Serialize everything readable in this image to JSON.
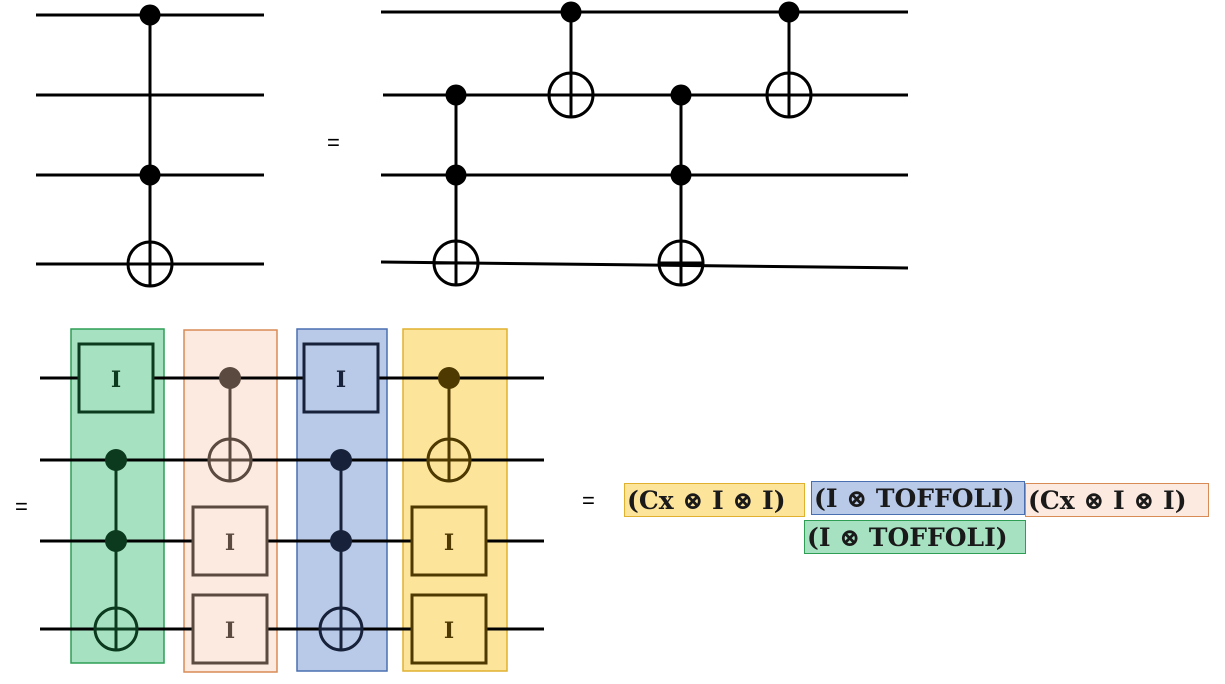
{
  "top_left_circuit": {
    "wires": 4,
    "gates": [
      {
        "type": "toffoli",
        "controls": [
          1,
          3
        ],
        "target": 4
      }
    ]
  },
  "top_right_circuit": {
    "wires": 4,
    "gates": [
      {
        "type": "toffoli",
        "controls": [
          2,
          3
        ],
        "target": 4
      },
      {
        "type": "cnot",
        "control": 1,
        "target": 2
      },
      {
        "type": "toffoli",
        "controls": [
          2,
          3
        ],
        "target": 4
      },
      {
        "type": "cnot",
        "control": 1,
        "target": 2
      }
    ]
  },
  "equals": [
    "=",
    "=",
    "="
  ],
  "layers": [
    {
      "gate": "toffoli",
      "identity_wires": [
        1
      ],
      "identity_label": "I",
      "fill": "#a6e2c2",
      "stroke": "#2e9e55",
      "ink": "#0c3a1e"
    },
    {
      "gate": "cnot",
      "identity_wires": [
        3,
        4
      ],
      "identity_label": "I",
      "fill": "#fce9df",
      "stroke": "#d98b55",
      "ink": "#5a4a40"
    },
    {
      "gate": "toffoli",
      "identity_wires": [
        1
      ],
      "identity_label": "I",
      "fill": "#b9c9e8",
      "stroke": "#4a6fb0",
      "ink": "#17223a"
    },
    {
      "gate": "cnot",
      "identity_wires": [
        3,
        4
      ],
      "identity_label": "I",
      "fill": "#fde49b",
      "stroke": "#e0b12e",
      "ink": "#4e3a00"
    }
  ],
  "expression": {
    "terms": [
      {
        "text": "(Cx ⊗ I ⊗ I)",
        "fill": "#fde49b",
        "stroke": "#e0b12e"
      },
      {
        "text": "(I ⊗ TOFFOLI)",
        "fill": "#b9c9e8",
        "stroke": "#4a6fb0"
      },
      {
        "text": "(Cx ⊗ I ⊗ I)",
        "fill": "#fce9df",
        "stroke": "#d98b55"
      },
      {
        "text": "(I ⊗ TOFFOLI)",
        "fill": "#a6e2c2",
        "stroke": "#2e9e55"
      }
    ]
  }
}
